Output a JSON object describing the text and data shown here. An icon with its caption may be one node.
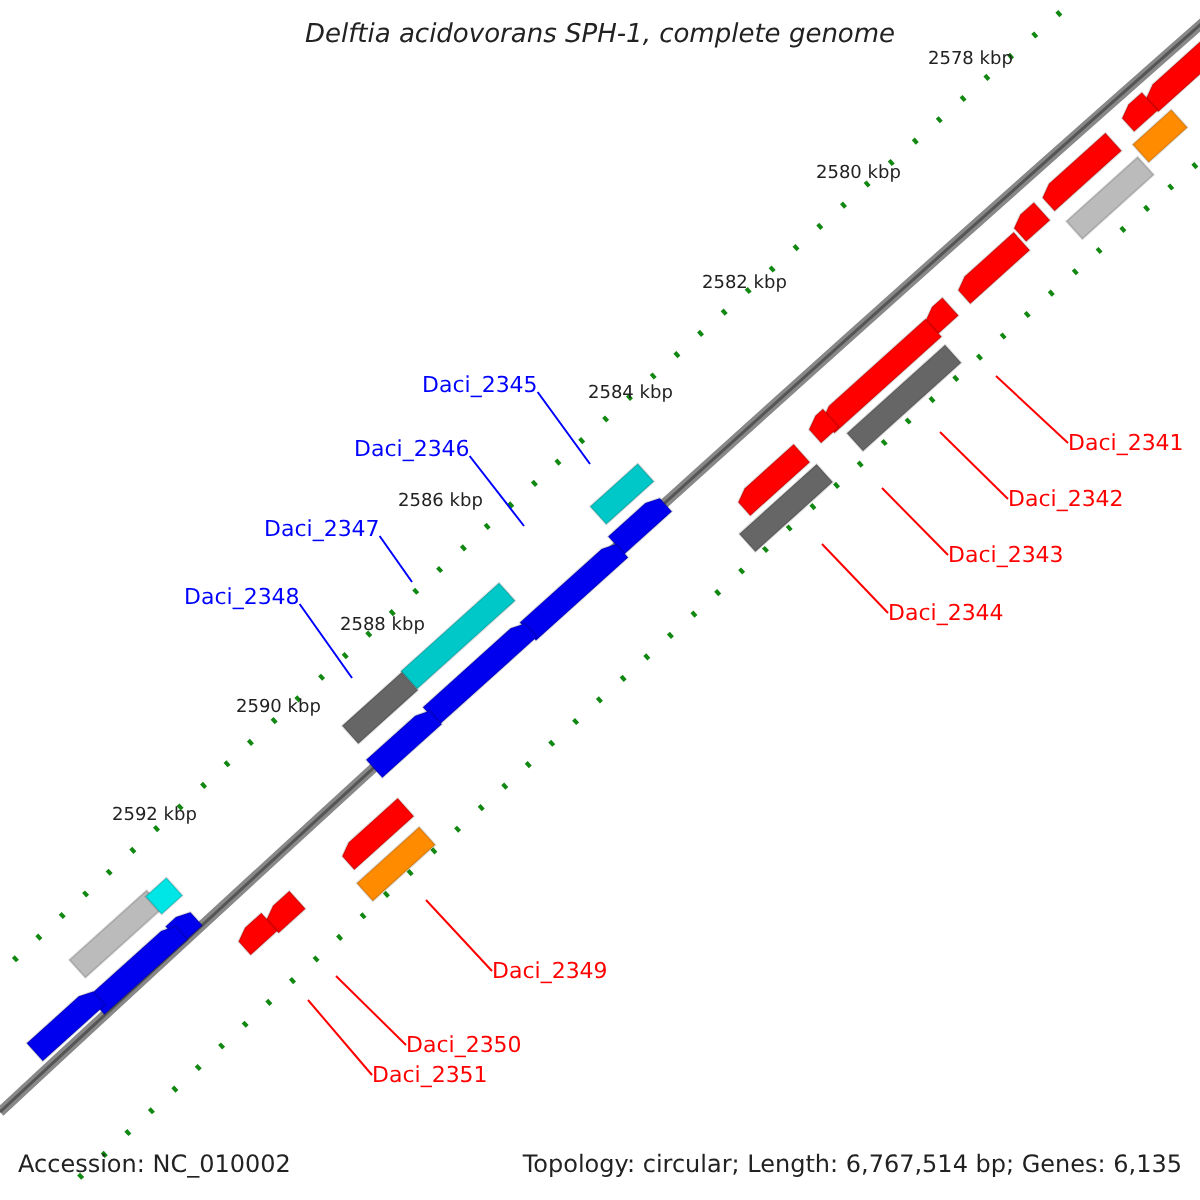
{
  "diagram": {
    "title": "Delftia acidovorans SPH-1, complete genome",
    "nodes": [
      {
        "text": [
          "Daci_2345"
        ]
      },
      {
        "text": [
          "Daci_2341"
        ]
      },
      {
        "text": [
          "Daci_2346"
        ]
      },
      {
        "text": [
          "Daci_2342"
        ]
      },
      {
        "text": [
          "Daci_2347"
        ]
      },
      {
        "text": [
          "Daci_2343"
        ]
      },
      {
        "text": [
          "Daci_2348"
        ]
      },
      {
        "text": [
          "Daci_2344"
        ]
      },
      {
        "text": [
          "Daci_2349"
        ]
      },
      {
        "text": [
          "Daci_2350"
        ]
      },
      {
        "text": [
          "Daci_2351"
        ]
      }
    ],
    "edges": [
      {
        "from": 0,
        "to": null,
        "arrow": "none",
        "color": "#0000ff"
      },
      {
        "from": 1,
        "to": null,
        "arrow": "none"
      },
      {
        "from": 2,
        "to": null,
        "arrow": "none",
        "color": "#0000ff"
      },
      {
        "from": 3,
        "to": null,
        "arrow": "none"
      },
      {
        "from": 4,
        "to": null,
        "arrow": "none",
        "color": "#0000ff"
      },
      {
        "from": 5,
        "to": null,
        "arrow": "none"
      },
      {
        "from": 6,
        "to": null,
        "arrow": "none",
        "color": "#0000ff"
      },
      {
        "from": 7,
        "to": null,
        "arrow": "none"
      },
      {
        "from": 8,
        "to": null,
        "arrow": "none"
      },
      {
        "from": 9,
        "to": null,
        "arrow": "none"
      },
      {
        "from": 10,
        "to": null,
        "arrow": "none"
      }
    ],
    "labels": [
      "2578 kbp",
      "2580 kbp",
      "2582 kbp",
      "2584 kbp",
      "2586 kbp",
      "2588 kbp",
      "2590 kbp",
      "2592 kbp",
      "Accession: NC_010002",
      "Topology: circular; Length: 6,767,514 bp; Genes: 6,135"
    ]
  }
}
